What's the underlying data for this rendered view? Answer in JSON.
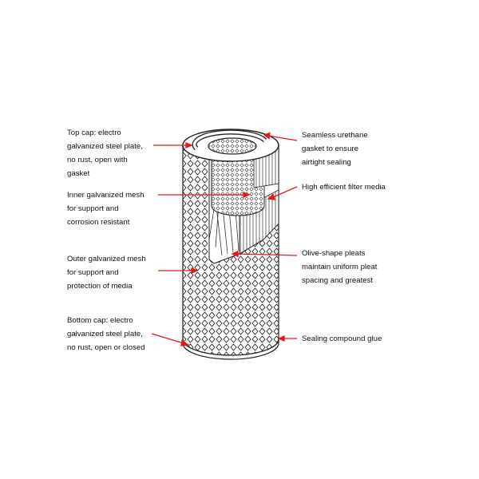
{
  "labels": {
    "top_cap": [
      "Top cap: electro",
      "galvanized steel plate,",
      "no rust, open with",
      "gasket"
    ],
    "inner_mesh": [
      "Inner galvanized mesh",
      "for support and",
      "corrosion resistant"
    ],
    "outer_mesh": [
      "Outer galvanized mesh",
      "for support and",
      "protection of media"
    ],
    "bottom_cap": [
      "Bottom cap: electro",
      "galvanized steel plate,",
      "no rust, open or closed"
    ],
    "gasket": [
      "Seamless urethane",
      "gasket to ensure",
      "airtight sealing"
    ],
    "filter_media": [
      "High efficient filter media"
    ],
    "pleats": [
      "Olive-shape pleats",
      "maintain uniform pleat",
      "spacing and greatest"
    ],
    "sealing": [
      "Sealing compound glue"
    ]
  },
  "colors": {
    "arrow": "#e11b1b",
    "line": "#222222",
    "text": "#111111"
  }
}
